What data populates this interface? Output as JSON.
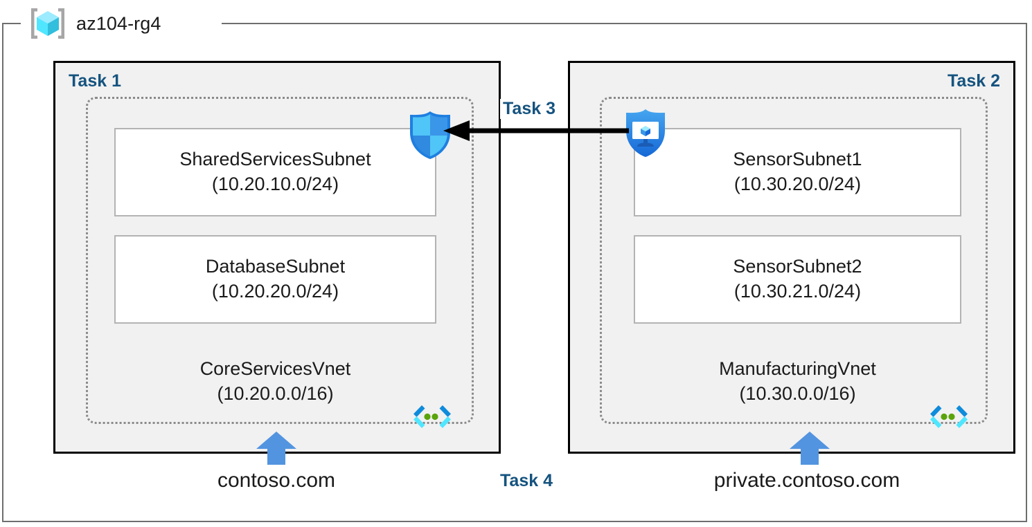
{
  "resource_group": {
    "name": "az104-rg4",
    "icon": "resource-group-cube-icon"
  },
  "panels": [
    {
      "id": "task1",
      "label": "Task 1",
      "label_align": "left",
      "vnet": {
        "name": "CoreServicesVnet",
        "cidr": "(10.20.0.0/16)",
        "icon": "vnet-brackets-icon"
      },
      "subnets": [
        {
          "name": "SharedServicesSubnet",
          "cidr": "(10.20.10.0/24)"
        },
        {
          "name": "DatabaseSubnet",
          "cidr": "(10.20.20.0/24)"
        }
      ],
      "dns_zone": "contoso.com",
      "dns_arrow_icon": "up-arrow-icon"
    },
    {
      "id": "task2",
      "label": "Task 2",
      "label_align": "right",
      "vnet": {
        "name": "ManufacturingVnet",
        "cidr": "(10.30.0.0/16)",
        "icon": "vnet-brackets-icon"
      },
      "subnets": [
        {
          "name": "SensorSubnet1",
          "cidr": "(10.30.20.0/24)"
        },
        {
          "name": "SensorSubnet2",
          "cidr": "(10.30.21.0/24)"
        }
      ],
      "dns_zone": "private.contoso.com",
      "dns_arrow_icon": "up-arrow-icon"
    }
  ],
  "connections": {
    "peering": {
      "label": "Task 3",
      "direction": "right-to-left",
      "arrow_icon": "left-arrow-icon"
    },
    "dns_task": {
      "label": "Task 4"
    }
  },
  "icons": {
    "shield": "shield-icon",
    "shield_vm": "shield-vm-icon"
  },
  "colors": {
    "task_label": "#15537f",
    "panel_fill": "#f1f1f1",
    "panel_border": "#000000",
    "vnet_dotted_border": "#8a8a8a",
    "subnet_border": "#b3b3b3",
    "rg_border": "#6e6e6e",
    "dns_arrow": "#5394e0",
    "peering_arrow": "#000000",
    "cube_light": "#50e6ff",
    "cube_mid": "#32bedd",
    "cube_dark": "#9cebff"
  }
}
